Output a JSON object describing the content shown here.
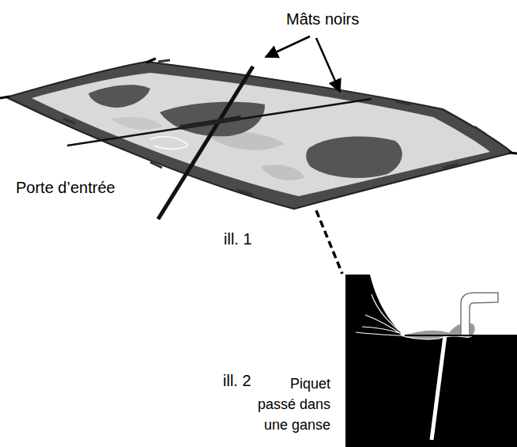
{
  "diagram": {
    "labels": [
      "Mâts noirs",
      "Porte d’entrée",
      "ill. 1",
      "ill. 2",
      "Piquet passé dans une ganse"
    ]
  }
}
